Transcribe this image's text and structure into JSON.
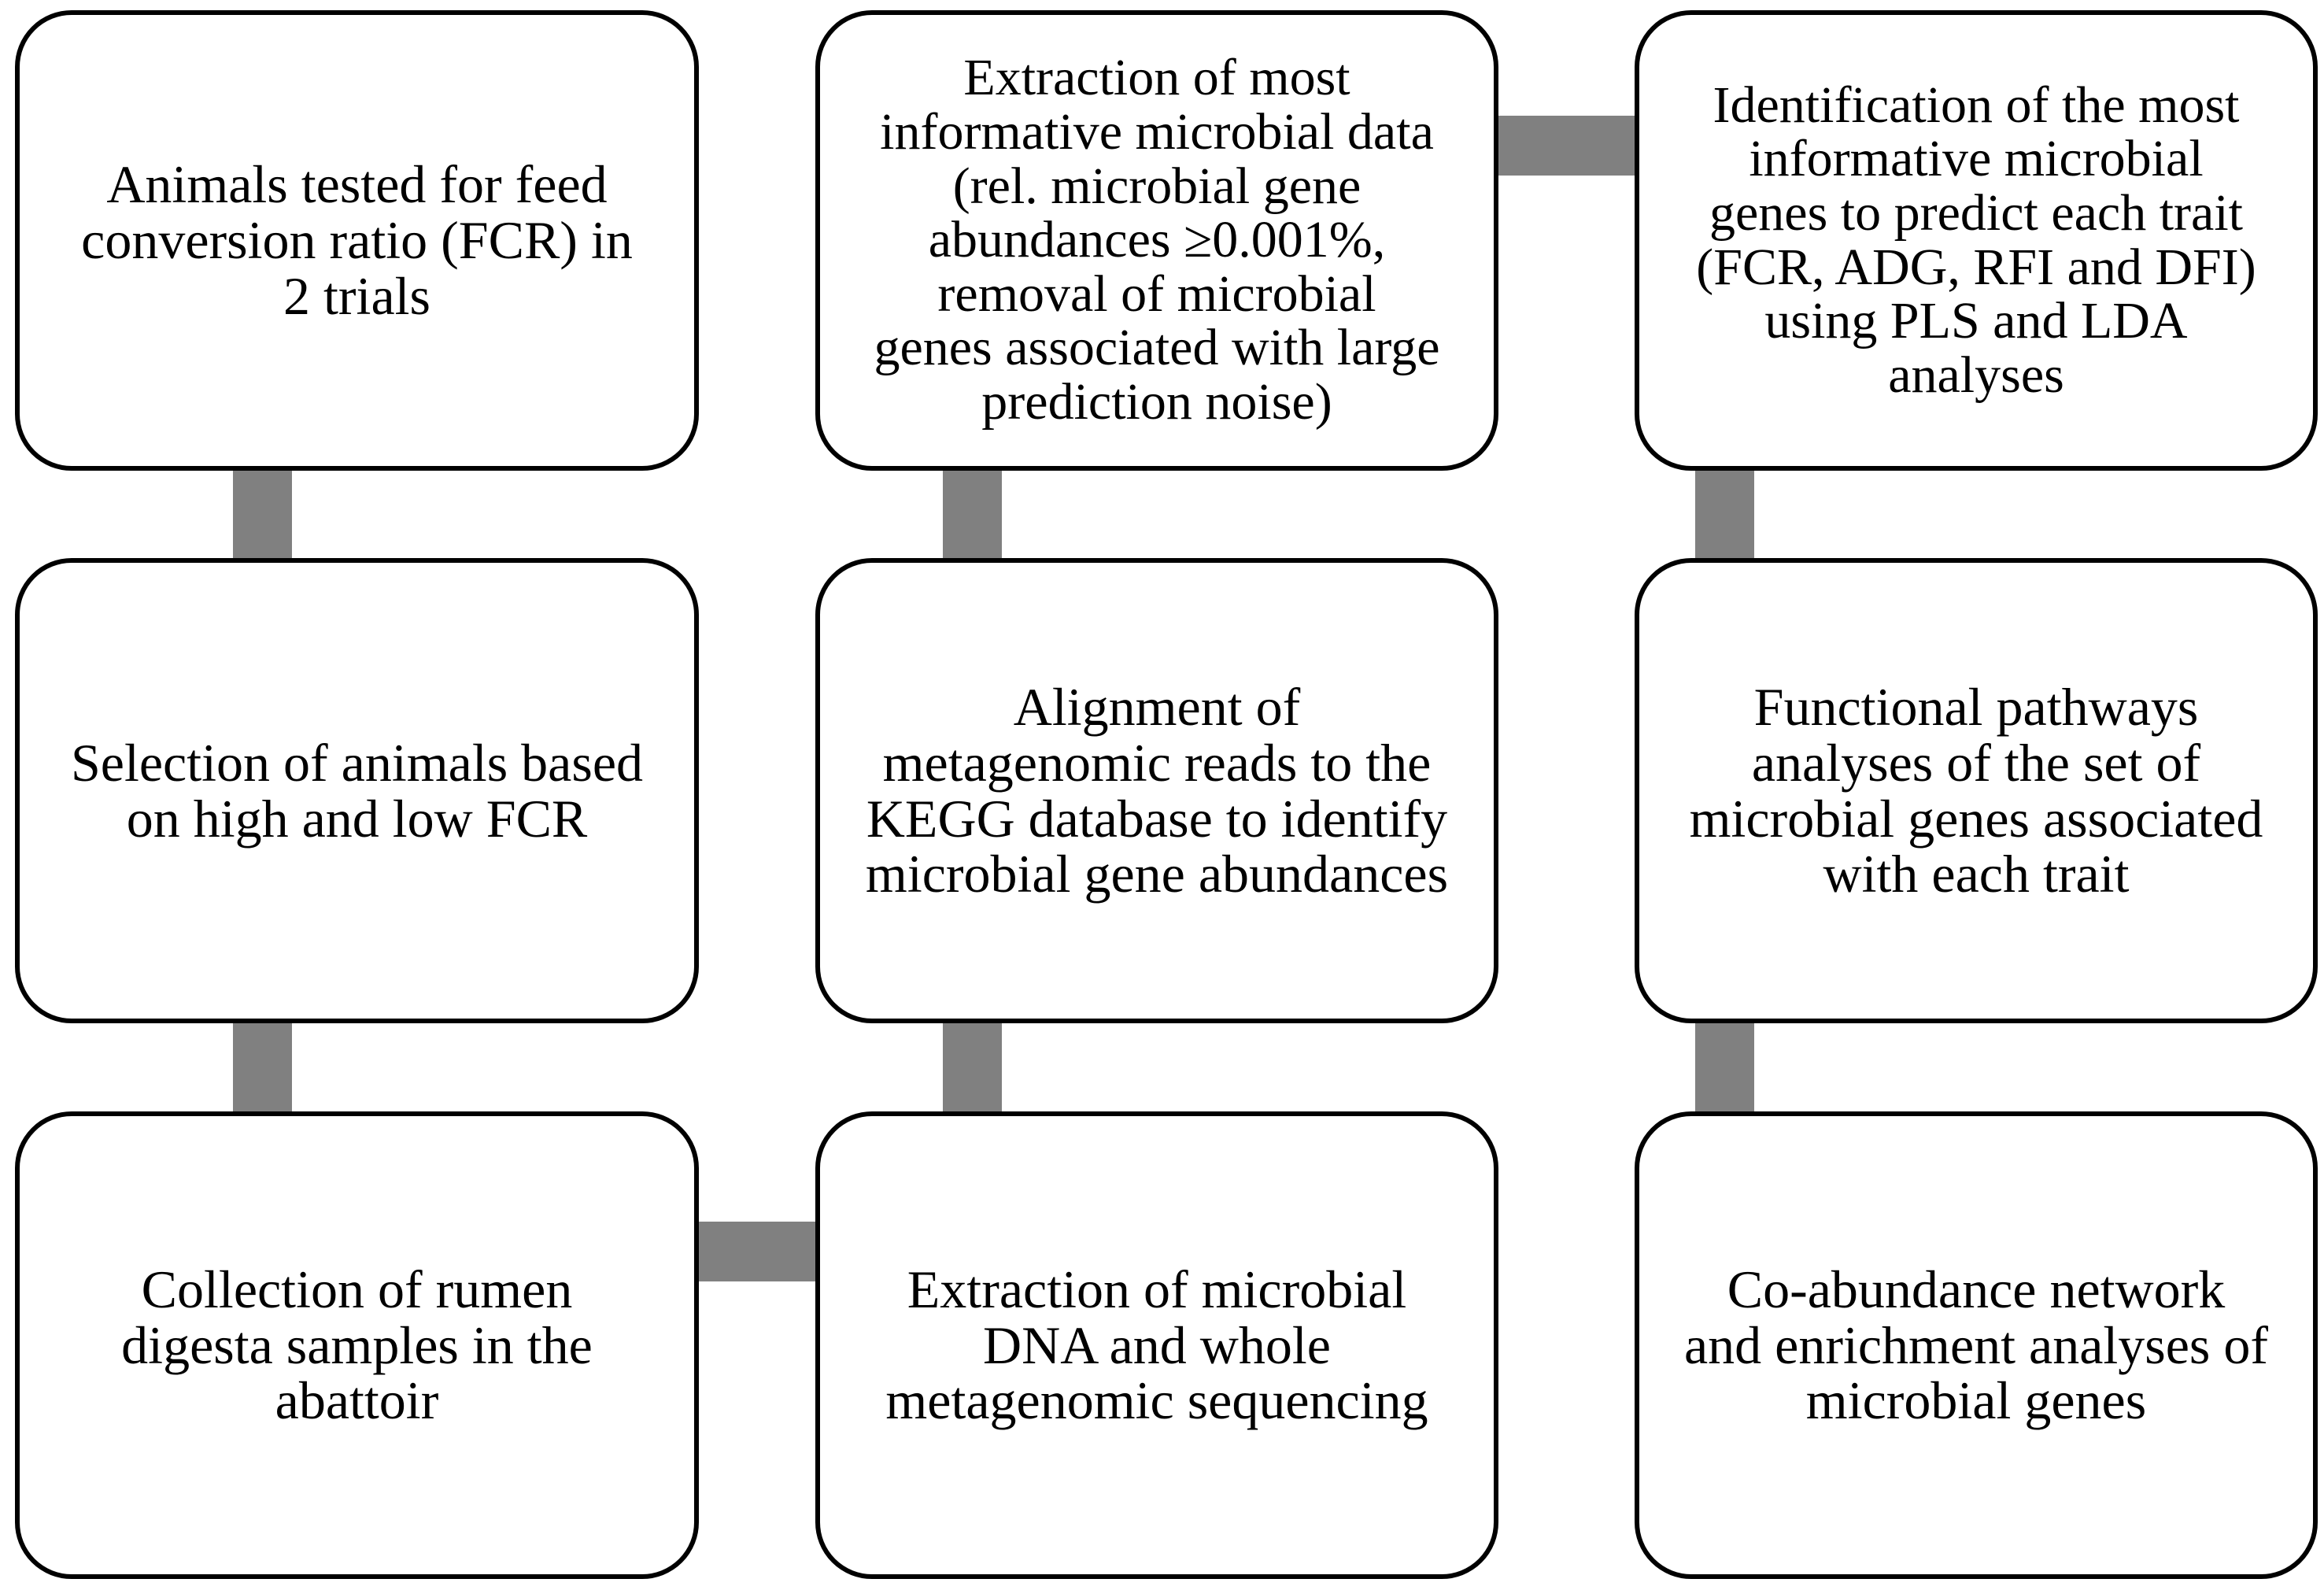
{
  "diagram": {
    "boxes": {
      "b1": "Animals tested for feed\nconversion ratio (FCR) in\n2 trials",
      "b2": "Selection of animals based\non high and low  FCR",
      "b3": "Collection of rumen\ndigesta samples in the\nabattoir",
      "b4": "Extraction of most\ninformative microbial data\n(rel. microbial gene\nabundances ≥0.001%,\nremoval of microbial\ngenes associated with large\nprediction noise)",
      "b5": "Alignment of\nmetagenomic reads to the\nKEGG database to identify\nmicrobial gene abundances",
      "b6": "Extraction of microbial\nDNA and whole\nmetagenomic sequencing",
      "b7": "Identification of the most\ninformative microbial\ngenes to predict each trait\n(FCR, ADG, RFI and DFI)\nusing PLS and LDA\nanalyses",
      "b8": "Functional pathways\nanalyses of the set of\nmicrobial genes associated\nwith each trait",
      "b9": "Co-abundance network\nand enrichment analyses of\nmicrobial genes"
    },
    "colors": {
      "box_border": "#000000",
      "connector": "#808080",
      "background": "#ffffff"
    }
  }
}
